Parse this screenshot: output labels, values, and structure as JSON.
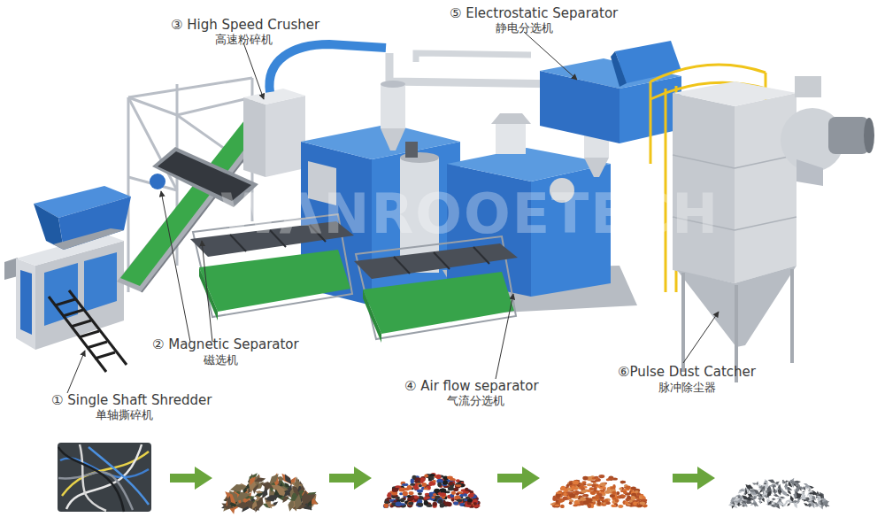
{
  "diagram": {
    "labels": [
      "③ High Speed Crusher",
      "高速粉碎机",
      "⑤ Electrostatic Separator",
      "静电分选机",
      "② Magnetic Separator",
      "磁选机",
      "WANROOETECH",
      "⑥Pulse Dust Catcher",
      "脉冲除尘器",
      "④ Air flow separator",
      "气流分选机",
      "① Single Shaft Shredder",
      "单轴撕碎机"
    ]
  }
}
